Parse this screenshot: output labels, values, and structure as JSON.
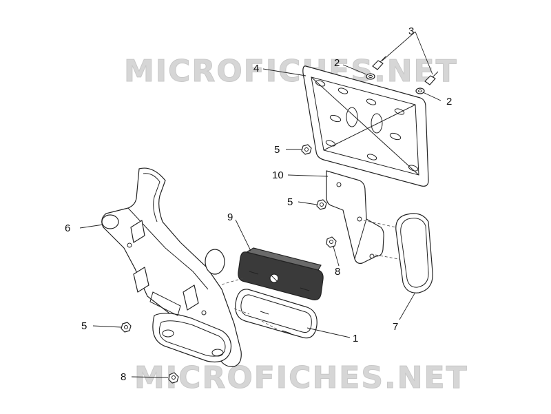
{
  "watermark": {
    "top": "MICROFICHES.NET",
    "bottom": "MICROFICHES.NET"
  },
  "callouts": {
    "c1": "1",
    "c2a": "2",
    "c2b": "2",
    "c3": "3",
    "c4": "4",
    "c5a": "5",
    "c5b": "5",
    "c5c": "5",
    "c6": "6",
    "c7": "7",
    "c8a": "8",
    "c8b": "8",
    "c9": "9",
    "c10": "10"
  }
}
